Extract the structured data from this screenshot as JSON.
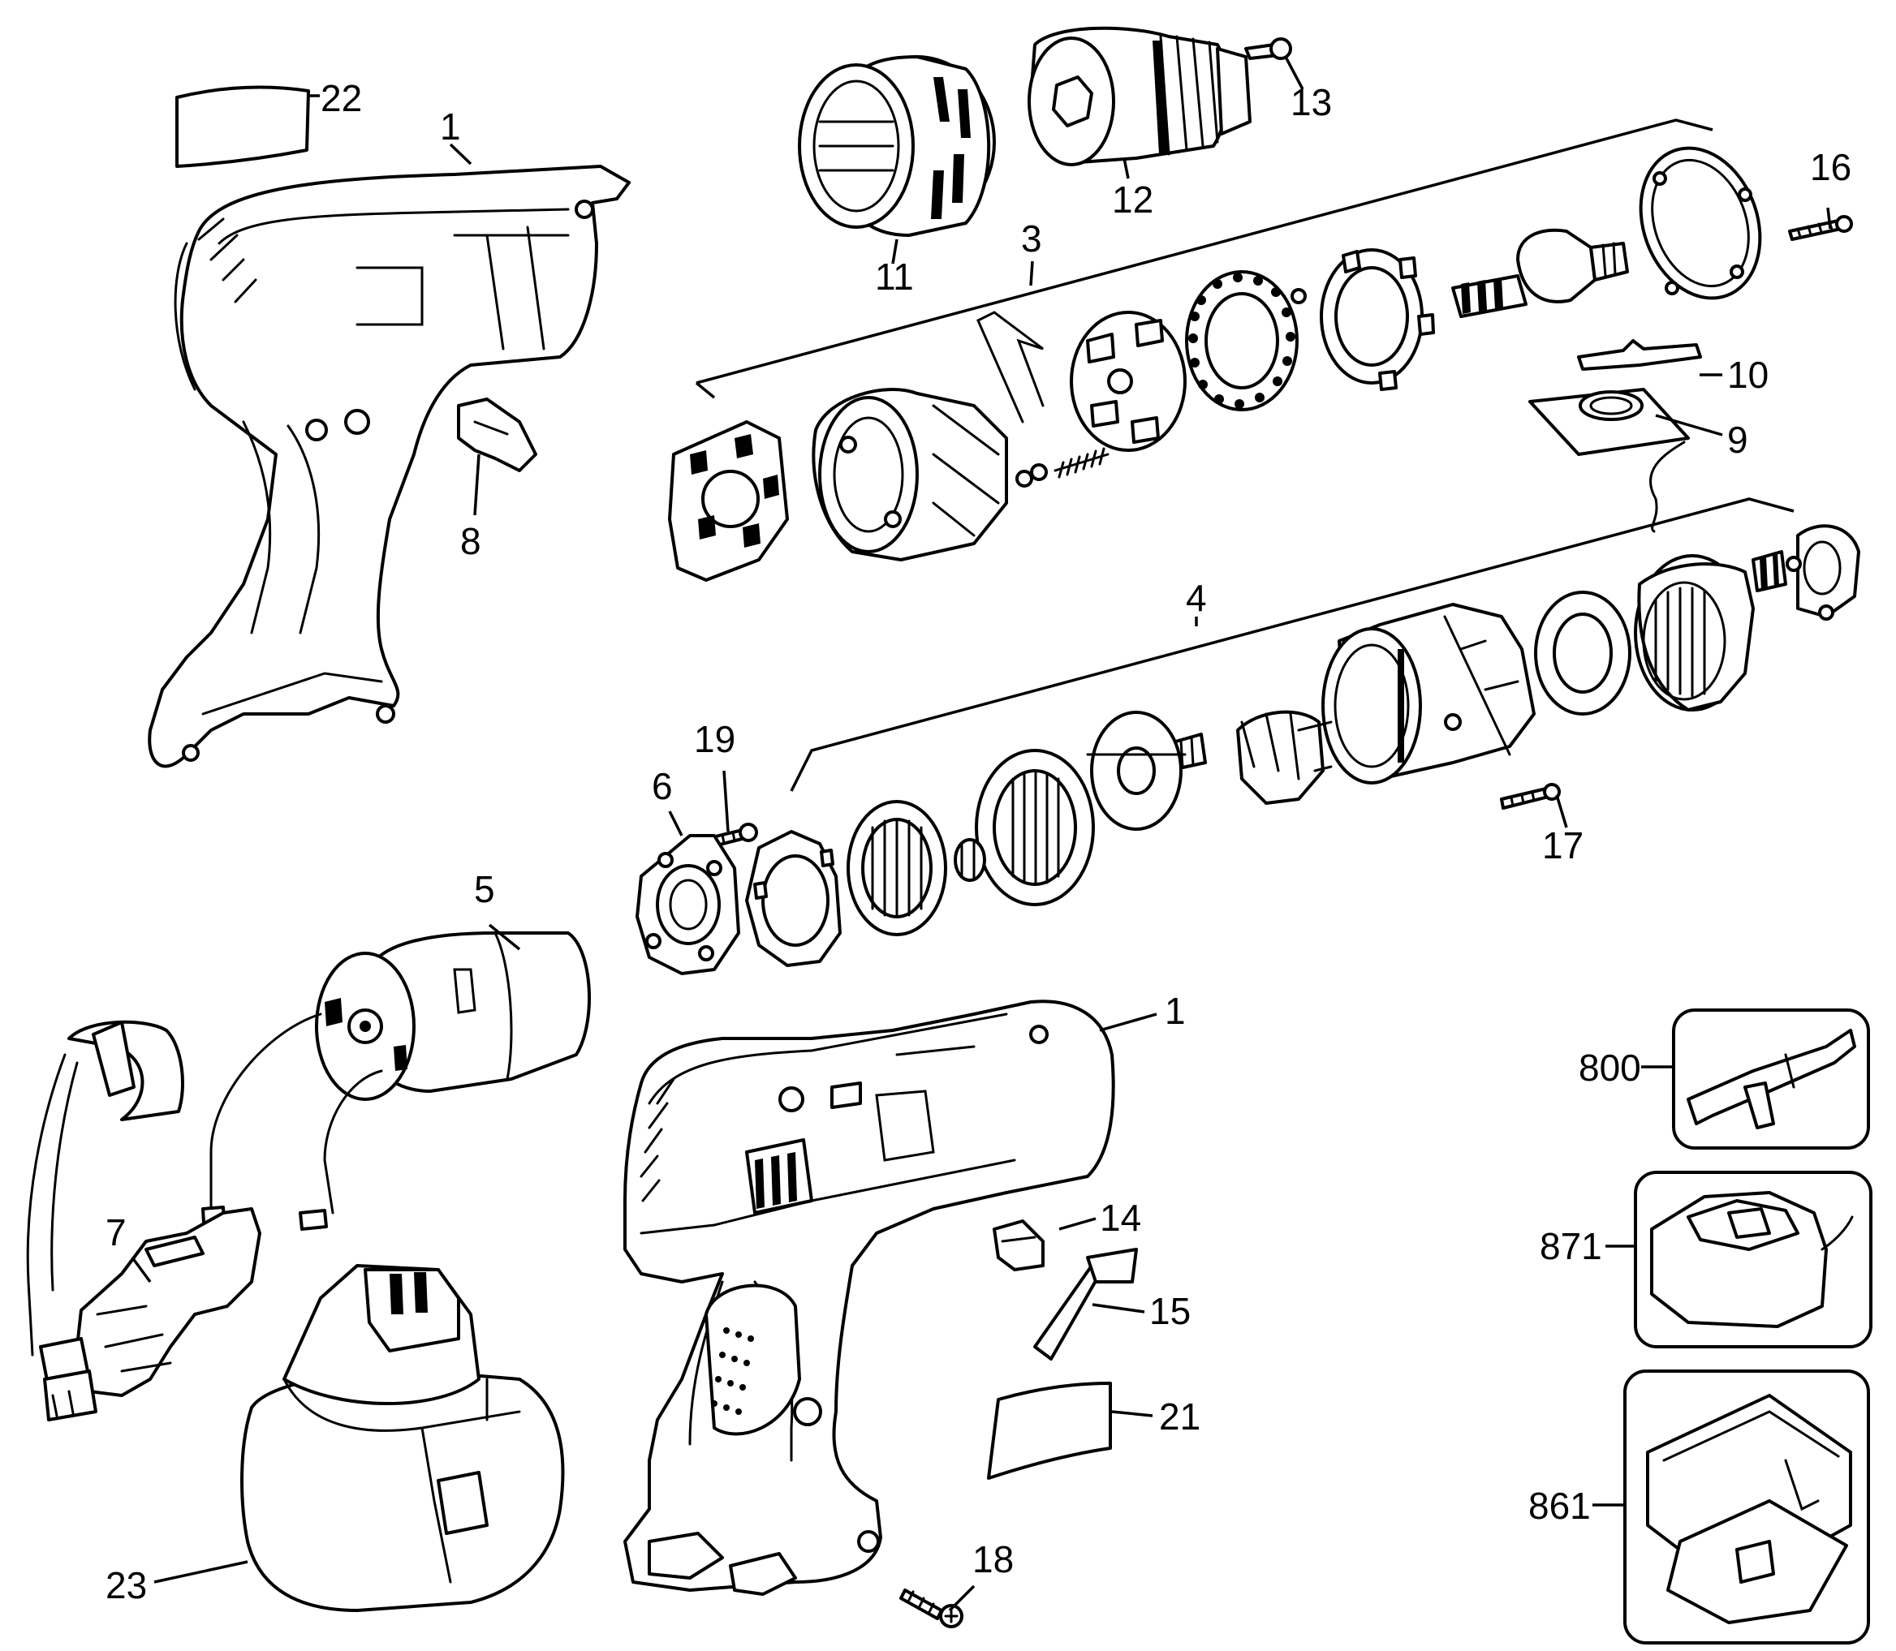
{
  "diagram": {
    "labels": {
      "p1_top": "1",
      "p1_bottom": "1",
      "p3": "3",
      "p4": "4",
      "p5": "5",
      "p6": "6",
      "p7": "7",
      "p8": "8",
      "p9": "9",
      "p10": "10",
      "p11": "11",
      "p12": "12",
      "p13": "13",
      "p14": "14",
      "p15": "15",
      "p16": "16",
      "p17": "17",
      "p18": "18",
      "p19": "19",
      "p21": "21",
      "p22": "22",
      "p23": "23",
      "p800": "800",
      "p861": "861",
      "p871": "871"
    }
  }
}
